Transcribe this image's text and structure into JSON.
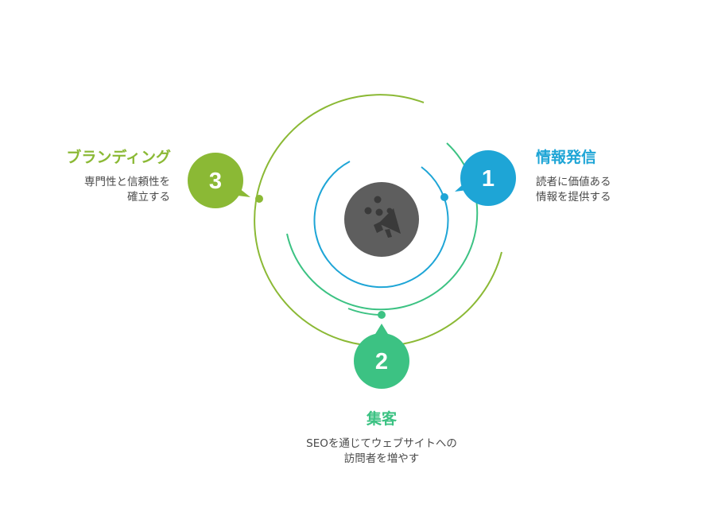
{
  "colors": {
    "step1": "#1ea5d6",
    "step2": "#3cc283",
    "step3": "#8bb935",
    "center": "#5e5e5e",
    "text": "#4a4a4a"
  },
  "center": {
    "icon": "megaphone-people-icon"
  },
  "steps": [
    {
      "number": "1",
      "title": "情報発信",
      "desc_lines": [
        "読者に価値ある",
        "情報を提供する"
      ]
    },
    {
      "number": "2",
      "title": "集客",
      "desc_lines": [
        "SEOを通じてウェブサイトへの",
        "訪問者を増やす"
      ]
    },
    {
      "number": "3",
      "title": "ブランディング",
      "desc_lines": [
        "専門性と信頼性を",
        "確立する"
      ]
    }
  ]
}
